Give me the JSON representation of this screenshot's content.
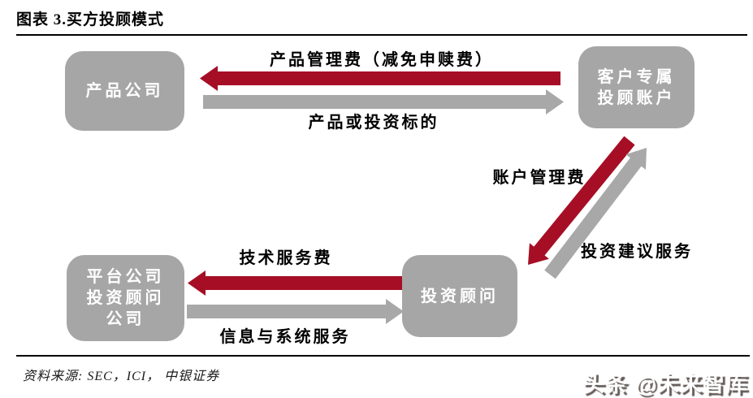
{
  "title": "图表 3.买方投顾模式",
  "colors": {
    "red": "#A60E26",
    "gray": "#A8A8A8",
    "box_gray": "#A6A6A6",
    "line_black": "#000000"
  },
  "nodes": {
    "product_company": "产品公司",
    "client_account": "客户专属\n投顾账户",
    "platform_company": "平台公司\n投资顾问\n公司",
    "investment_advisor": "投资顾问"
  },
  "flows": {
    "product_management_fee": "产品管理费（减免申赎费）",
    "product_or_investment_target": "产品或投资标的",
    "account_management_fee": "账户管理费",
    "investment_advice_service": "投资建议服务",
    "tech_service_fee": "技术服务费",
    "info_system_service": "信息与系统服务"
  },
  "footer": {
    "source": "资料来源: SEC，ICI， 中银证券"
  },
  "watermark": "头条 @未来智库"
}
